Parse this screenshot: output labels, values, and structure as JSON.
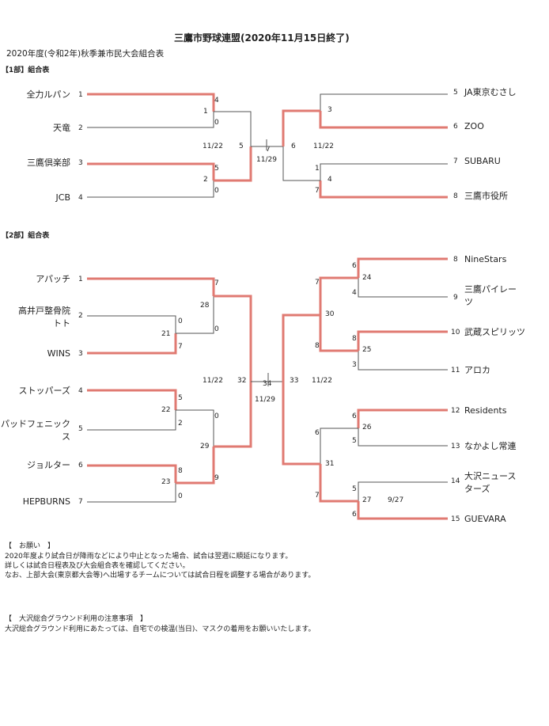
{
  "header": {
    "title": "三鷹市野球連盟(2020年11月15日終了)",
    "subtitle": "2020年度(令和2年)秋季兼市民大会組合表"
  },
  "part1": {
    "label": "【1部】組合表",
    "teams_left": [
      {
        "name": "全力ルパン",
        "seed": "1"
      },
      {
        "name": "天竜",
        "seed": "2"
      },
      {
        "name": "三鷹倶楽部",
        "seed": "3"
      },
      {
        "name": "JCB",
        "seed": "4"
      }
    ],
    "teams_right": [
      {
        "name": "JA東京むさし",
        "seed": "5"
      },
      {
        "name": "ZOO",
        "seed": "6"
      },
      {
        "name": "SUBARU",
        "seed": "7"
      },
      {
        "name": "三鷹市役所",
        "seed": "8"
      }
    ],
    "scores": [
      "4",
      "1",
      "0",
      "5",
      "2",
      "0",
      "3",
      "1",
      "4",
      "7"
    ],
    "game_nums": [
      "5",
      "7",
      "6"
    ],
    "dates": [
      "11/22",
      "11/29",
      "11/22"
    ]
  },
  "part2": {
    "label": "【2部】組合表",
    "teams_left": [
      {
        "name": "アパッチ",
        "seed": "1"
      },
      {
        "name": "高井戸整骨院",
        "name2": "トト",
        "seed": "2"
      },
      {
        "name": "WINS",
        "seed": "3"
      },
      {
        "name": "ストッパーズ",
        "seed": "4"
      },
      {
        "name": "パッドフェニック",
        "name2": "ス",
        "seed": "5"
      },
      {
        "name": "ジョルター",
        "seed": "6"
      },
      {
        "name": "HEPBURNS",
        "seed": "7"
      }
    ],
    "teams_right": [
      {
        "name": "NineStars",
        "seed": "8"
      },
      {
        "name": "三鷹パイレー",
        "name2": "ツ",
        "seed": "9"
      },
      {
        "name": "武蔵スピリッツ",
        "seed": "10"
      },
      {
        "name": "アロカ",
        "seed": "11"
      },
      {
        "name": "Residents",
        "seed": "12"
      },
      {
        "name": "なかよし常連",
        "seed": "13"
      },
      {
        "name": "大沢ニュース",
        "name2": "ターズ",
        "seed": "14"
      },
      {
        "name": "GUEVARA",
        "seed": "15"
      }
    ],
    "game_nums": [
      "21",
      "22",
      "23",
      "28",
      "29",
      "32",
      "34",
      "33",
      "24",
      "25",
      "26",
      "27",
      "30",
      "31"
    ],
    "scores": [
      "7",
      "0",
      "0",
      "7",
      "5",
      "2",
      "0",
      "8",
      "0",
      "9",
      "6",
      "4",
      "8",
      "3",
      "6",
      "5",
      "5",
      "6",
      "7",
      "8",
      "6",
      "7"
    ],
    "dates": [
      "11/22",
      "11/29",
      "11/22",
      "9/27"
    ]
  },
  "notes": {
    "request_title": "【　お願い　】",
    "request_lines": [
      "2020年度より試合日が降雨などにより中止となった場合、試合は翌週に順延になります。",
      "詳しくは試合日程表及び大会組合表を確認してください。",
      "なお、上部大会(東京都大会等)へ出場するチームについては試合日程を調整する場合があります。"
    ],
    "ground_title": "【　大沢総合グラウンド利用の注意事項　】",
    "ground_line": "大沢総合グラウンド利用にあたっては、自宅での検温(当日)、マスクの着用をお願いいたします。"
  }
}
